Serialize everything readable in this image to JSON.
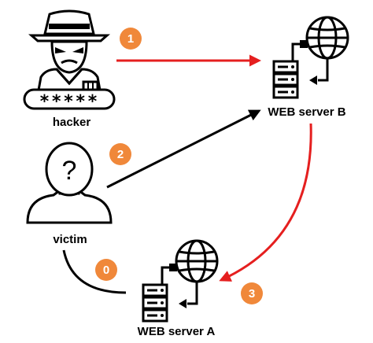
{
  "nodes": {
    "hacker": {
      "label": "hacker"
    },
    "victim": {
      "label": "victim"
    },
    "server_b": {
      "label": "WEB server B"
    },
    "server_a": {
      "label": "WEB server A"
    }
  },
  "steps": [
    "1",
    "2",
    "3",
    "0"
  ],
  "colors": {
    "badge": "#F0883A",
    "red_arrow": "#E51F1F",
    "black_arrow": "#000000"
  },
  "icons": {
    "hacker": "hacker-icon",
    "victim": "victim-icon",
    "server": "server-globe-icon"
  }
}
